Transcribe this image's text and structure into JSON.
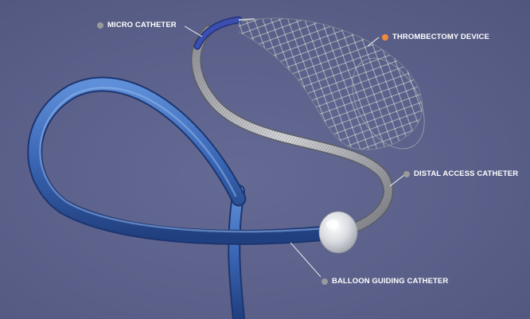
{
  "labels": {
    "micro_catheter": "MICRO CATHETER",
    "thrombectomy_device": "THROMBECTOMY DEVICE",
    "distal_access_catheter": "DISTAL ACCESS CATHETER",
    "balloon_guiding_catheter": "BALLOON GUIDING CATHETER"
  },
  "colors": {
    "background": "#595f88",
    "label_text": "#ffffff",
    "marker_default": "#9a9a9a",
    "marker_highlight": "#f08a3c",
    "leader_line": "#ffffff",
    "guiding_catheter": "#3a66b4",
    "micro_catheter_tip": "#3a4fb0",
    "access_catheter": "#c9cacd",
    "balloon": "#e4e6ea",
    "stent_wire": "#9aa0a8"
  }
}
